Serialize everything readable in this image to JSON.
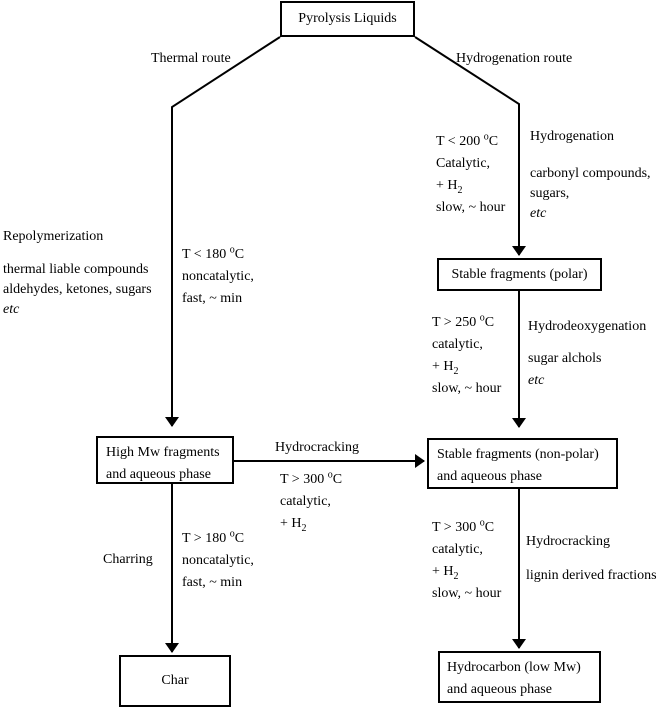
{
  "boxes": {
    "pyrolysis": "Pyrolysis Liquids",
    "high_mw_line1": "High Mw fragments",
    "high_mw_line2": "and aqueous phase",
    "stable_polar": "Stable fragments (polar)",
    "stable_nonpolar_line1": "Stable fragments (non-polar)",
    "stable_nonpolar_line2": "and aqueous phase",
    "char": "Char",
    "hydrocarbon_line1": "Hydrocarbon (low Mw)",
    "hydrocarbon_line2": "and aqueous phase"
  },
  "routes": {
    "thermal": "Thermal route",
    "hydrogenation": "Hydrogenation route"
  },
  "left_notes": {
    "title": "Repolymerization",
    "line1": "thermal liable compounds",
    "line2": "aldehydes, ketones, sugars",
    "line3": "etc"
  },
  "thermal_cond": {
    "line1_pre": "T < 180 ",
    "line1_sup": "o",
    "line1_post": "C",
    "line2": "noncatalytic,",
    "line3": "fast, ~ min"
  },
  "hydrog_cond": {
    "line1_pre": "T < 200 ",
    "line1_sup": "o",
    "line1_post": "C",
    "line2": "Catalytic,",
    "line3_pre": "+ H",
    "line3_sub": "2",
    "line4": "slow, ~ hour"
  },
  "hydrog_notes": {
    "title": "Hydrogenation",
    "line1": "carbonyl compounds,",
    "line2": "sugars,",
    "line3": "etc"
  },
  "hdo_cond": {
    "line1_pre": "T > 250 ",
    "line1_sup": "o",
    "line1_post": "C",
    "line2": "catalytic,",
    "line3_pre": "+ H",
    "line3_sub": "2",
    "line4": "slow, ~ hour"
  },
  "hdo_notes": {
    "title": "Hydrodeoxygenation",
    "line1": "sugar alchols",
    "line2": "etc"
  },
  "hc_middle": {
    "title": "Hydrocracking",
    "line1_pre": "T > 300 ",
    "line1_sup": "o",
    "line1_post": "C",
    "line2": "catalytic,",
    "line3_pre": "+ H",
    "line3_sub": "2"
  },
  "charring_cond": {
    "title": "Charring",
    "line1_pre": "T > 180 ",
    "line1_sup": "o",
    "line1_post": "C",
    "line2": "noncatalytic,",
    "line3": "fast, ~ min"
  },
  "hc_right_cond": {
    "line1_pre": "T > 300 ",
    "line1_sup": "o",
    "line1_post": "C",
    "line2": "catalytic,",
    "line3_pre": "+ H",
    "line3_sub": "2",
    "line4": "slow, ~ hour"
  },
  "hc_right_notes": {
    "title": "Hydrocracking",
    "line1": "lignin derived fractions"
  }
}
